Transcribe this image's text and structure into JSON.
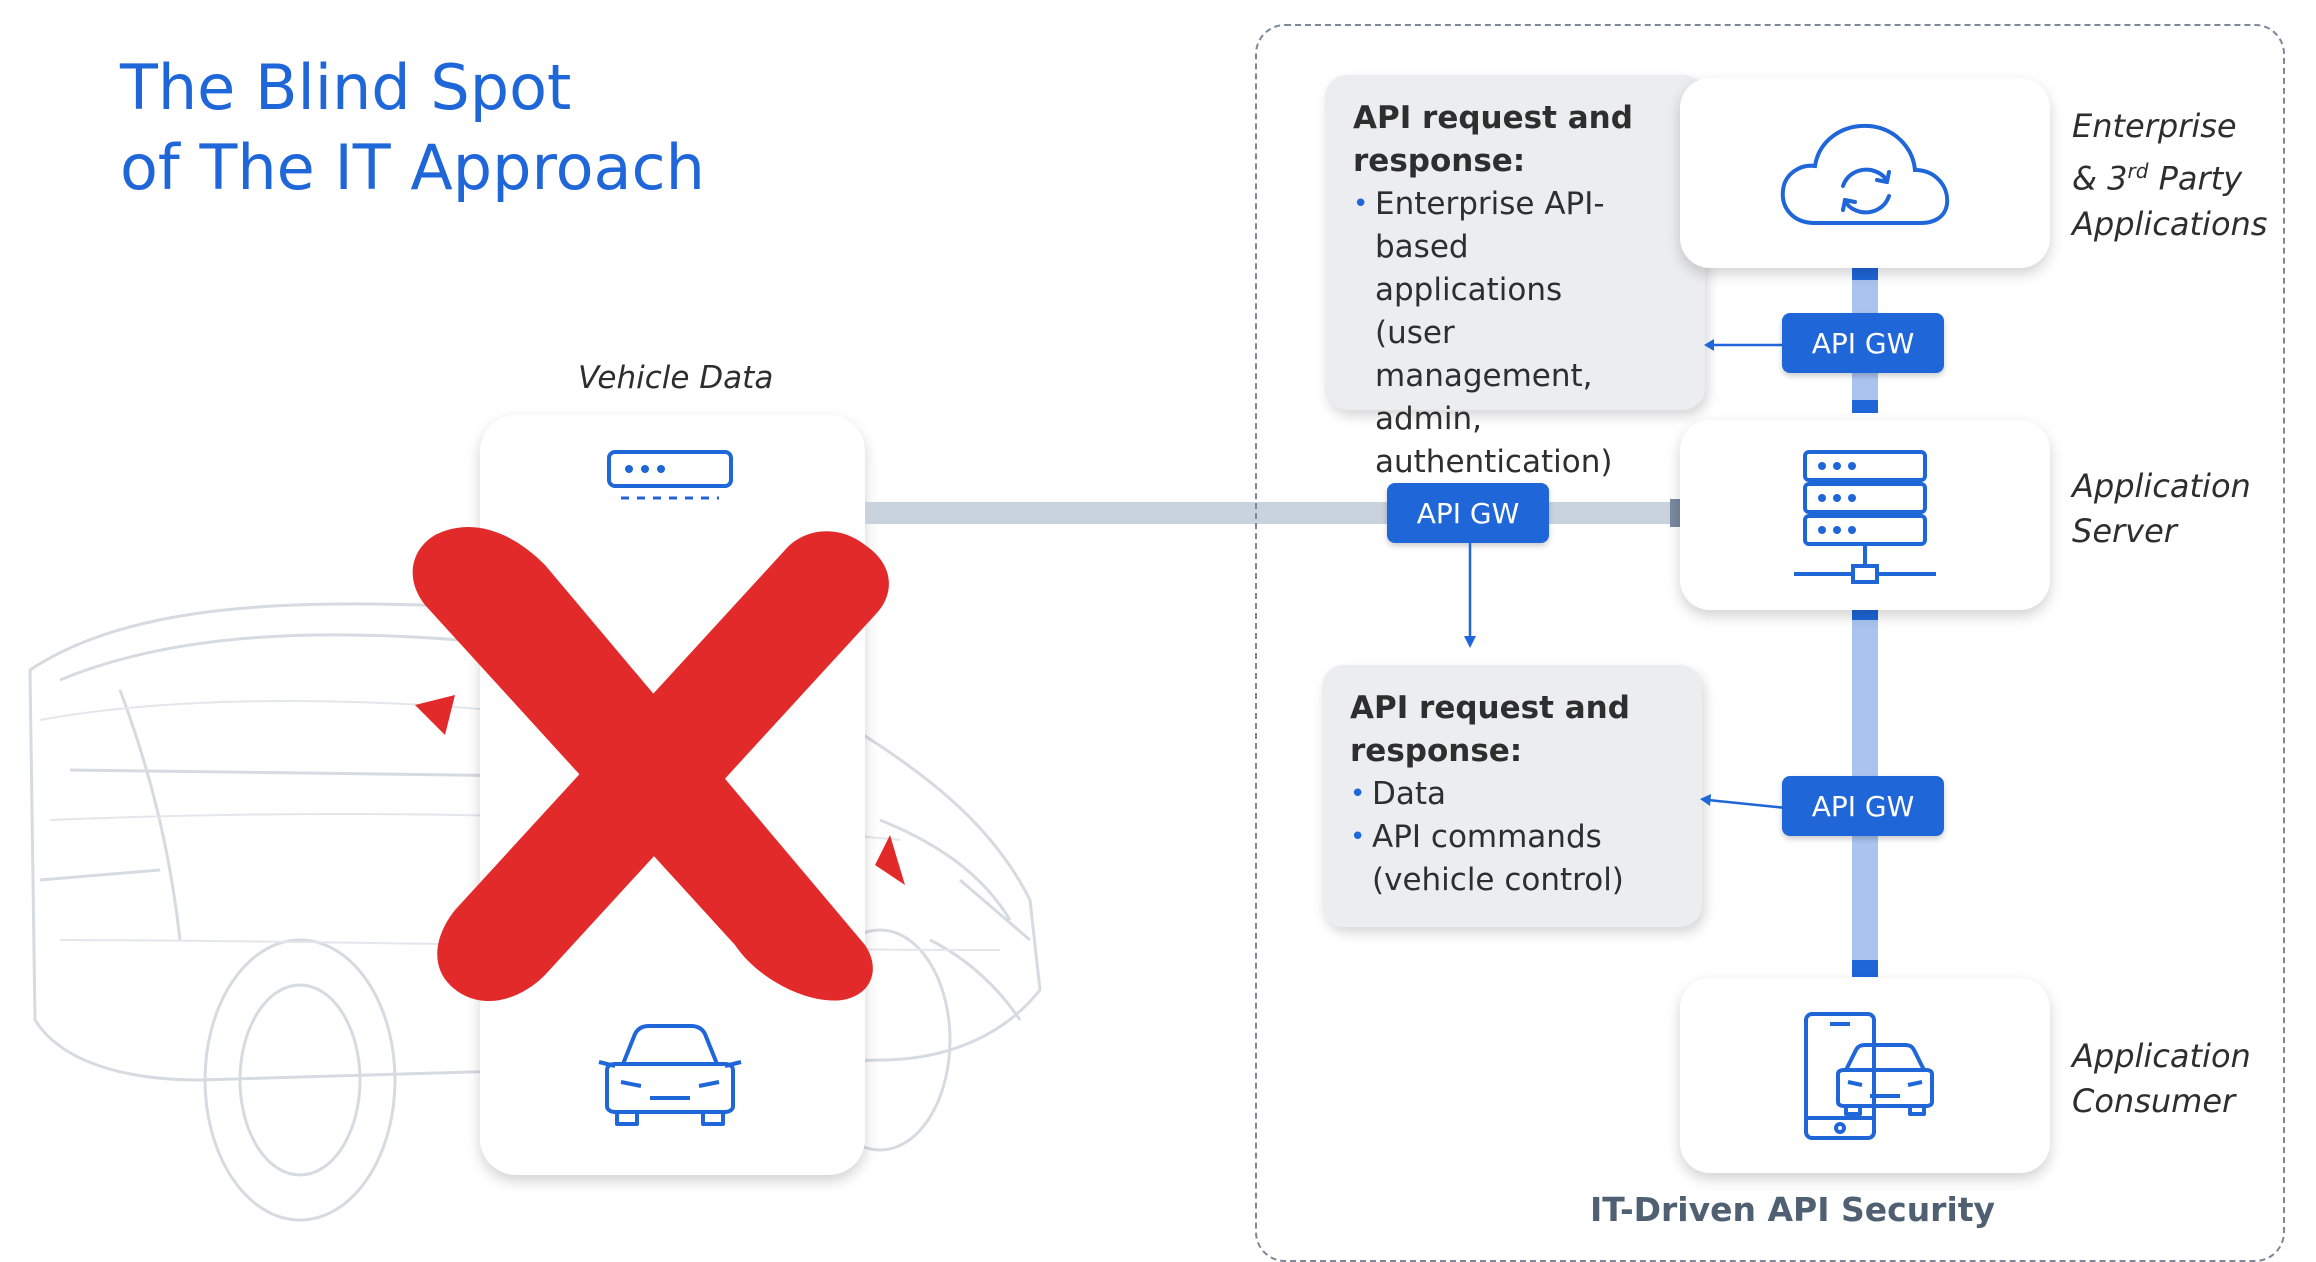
{
  "title": {
    "line1": "The Blind Spot",
    "line2": "of The IT Approach"
  },
  "vehicle_data_label": "Vehicle Data",
  "panel_label": "IT-Driven API Security",
  "api_gateways": {
    "center": "API GW",
    "top": "API GW",
    "bottom": "API GW"
  },
  "box_top": {
    "heading_line1": "API request and",
    "heading_line2": "response:",
    "item_lines": [
      "Enterprise API-based",
      "applications",
      "(user management,",
      "admin,",
      "authentication)"
    ]
  },
  "box_bottom": {
    "heading_line1": "API request and",
    "heading_line2": "response:",
    "items": [
      "Data",
      "API commands"
    ],
    "item2_sub": "(vehicle control)"
  },
  "labels": {
    "enterprise": {
      "line1": "Enterprise",
      "line2_pre": "& 3",
      "line2_sup": "rd",
      "line2_post": " Party",
      "line3": "Applications"
    },
    "app_server": {
      "line1": "Application",
      "line2": "Server"
    },
    "app_consumer": {
      "line1": "Application",
      "line2": "Consumer"
    }
  },
  "icons": [
    "cloud-sync-icon",
    "server-rack-icon",
    "mobile-car-icon",
    "vehicle-server-icon",
    "car-icon",
    "red-x-mark"
  ],
  "colors": {
    "accent": "#1f66d9",
    "accent_light": "#a9c4ef",
    "x_red": "#e32a2a",
    "connector_grey": "#c9d3de"
  }
}
